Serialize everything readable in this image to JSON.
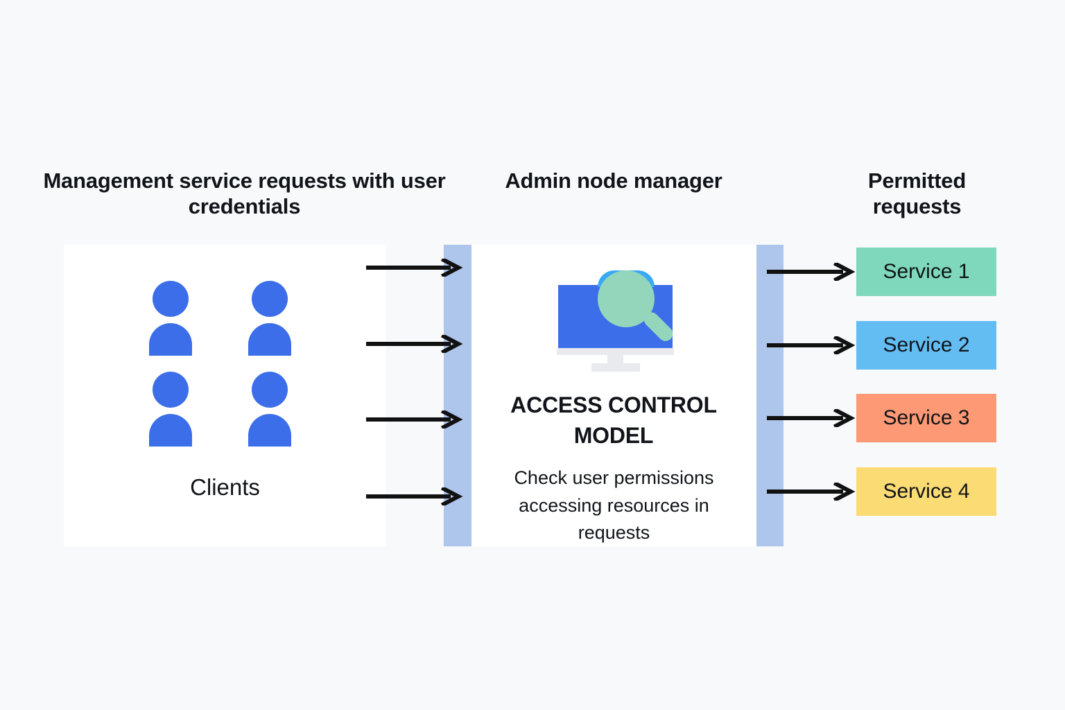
{
  "diagram": {
    "background_color": "#f7f9fb",
    "columns": {
      "left": {
        "heading": "Management service requests with user credentials",
        "panel_label": "Clients",
        "person_icon": "person-icon",
        "person_count": 4,
        "person_color": "#3b6ee8"
      },
      "center": {
        "heading": "Admin node manager",
        "icon": "monitor-search-icon",
        "title": "ACCESS CONTROL MODEL",
        "description": "Check user permissions accessing resources in requests",
        "monitor_color": "#3b6ee8",
        "magnifier_color": "#93d6bb",
        "magnifier_accent_color": "#39a8f5"
      },
      "right": {
        "heading": "Permitted requests",
        "services": [
          {
            "label": "Service 1",
            "color": "#7fd8bc"
          },
          {
            "label": "Service 2",
            "color": "#63bdf3"
          },
          {
            "label": "Service 3",
            "color": "#fd9975"
          },
          {
            "label": "Service 4",
            "color": "#fbdc74"
          }
        ]
      }
    },
    "gateways": {
      "color": "#aec5ec",
      "left_name": "request-gateway-bar",
      "right_name": "response-gateway-bar"
    },
    "arrows": {
      "color": "#111111",
      "left_count": 4,
      "right_count": 4
    }
  }
}
